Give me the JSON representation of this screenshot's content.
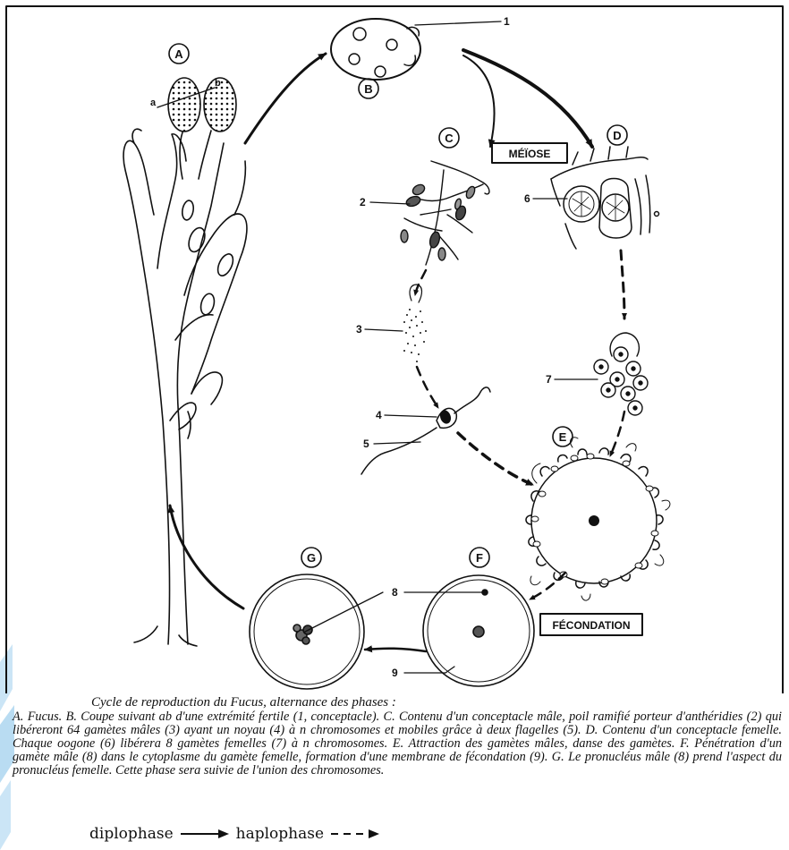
{
  "stage_labels": {
    "A": "A",
    "B": "B",
    "C": "C",
    "D": "D",
    "E": "E",
    "F": "F",
    "G": "G"
  },
  "part_labels": {
    "a": "a",
    "b": "b"
  },
  "numbers": {
    "n1": "1",
    "n2": "2",
    "n3": "3",
    "n4": "4",
    "n5": "5",
    "n6": "6",
    "n7": "7",
    "n8": "8",
    "n9": "9"
  },
  "boxes": {
    "meiose": "MÉÏOSE",
    "fecondation": "FÉCONDATION"
  },
  "caption": {
    "title": "Cycle de reproduction du Fucus, alternance des phases :",
    "body": "A. Fucus. B. Coupe suivant ab d'une extrémité fertile (1, conceptacle). C. Contenu d'un conceptacle mâle, poil ramifié porteur d'anthéridies (2) qui libéreront 64 gamètes mâles (3) ayant un noyau (4) à n chromosomes et mobiles grâce à deux flagelles (5). D. Contenu d'un conceptacle femelle. Chaque oogone (6) libérera 8 gamètes femelles (7) à n chromosomes. E. Attraction des gamètes mâles, danse des gamètes. F. Pénétration d'un gamète mâle (8) dans le cytoplasme du gamète femelle, formation d'une membrane de fécondation (9). G. Le pronucléus mâle (8) prend l'aspect du pronucléus femelle. Cette phase sera suivie de l'union des chromosomes."
  },
  "legend": {
    "diplo": "diplophase",
    "haplo": "haplophase"
  },
  "colors": {
    "ink": "#111111",
    "accent_left": "#b9dcf2"
  }
}
